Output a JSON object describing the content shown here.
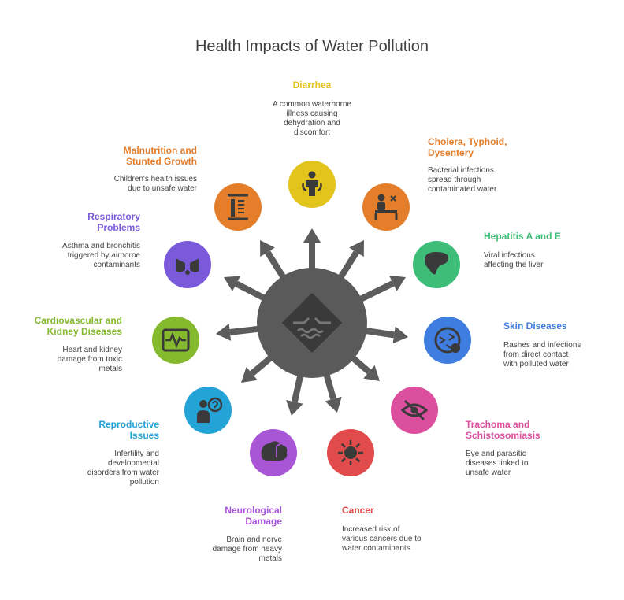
{
  "title": "Health Impacts of Water Pollution",
  "center": {
    "color": "#5a5a5a",
    "icon": "water-crossing-icon"
  },
  "items": [
    {
      "key": "diarrhea",
      "title": "Diarrhea",
      "desc": "A common waterborne\nillness causing\ndehydration and\ndiscomfort",
      "color": "#e3c41c",
      "icon": "person-stomach-icon"
    },
    {
      "key": "cholera",
      "title": "Cholera, Typhoid,\nDysentery",
      "desc": "Bacterial infections\nspread through\ncontaminated water",
      "color": "#e57e2a",
      "icon": "sick-person-bed-icon"
    },
    {
      "key": "hepatitis",
      "title": "Hepatitis A and E",
      "desc": "Viral infections\naffecting the liver",
      "color": "#3dbd78",
      "icon": "liver-icon"
    },
    {
      "key": "skin",
      "title": "Skin Diseases",
      "desc": "Rashes and infections\nfrom direct contact\nwith polluted water",
      "color": "#3f7ee0",
      "icon": "skin-rash-icon"
    },
    {
      "key": "trachoma",
      "title": "Trachoma and\nSchistosomiasis",
      "desc": "Eye and parasitic\ndiseases linked to\nunsafe water",
      "color": "#dc4f9f",
      "icon": "eye-crossed-icon"
    },
    {
      "key": "cancer",
      "title": "Cancer",
      "desc": "Increased risk of\nvarious cancers due to\nwater contaminants",
      "color": "#e14b4b",
      "icon": "cancer-cell-icon"
    },
    {
      "key": "neuro",
      "title": "Neurological\nDamage",
      "desc": "Brain and nerve\ndamage from heavy\nmetals",
      "color": "#a855d6",
      "icon": "brain-icon"
    },
    {
      "key": "repro",
      "title": "Reproductive\nIssues",
      "desc": "Infertility and\ndevelopmental\ndisorders from water\npollution",
      "color": "#23a3d6",
      "icon": "person-question-icon"
    },
    {
      "key": "cardio",
      "title": "Cardiovascular and\nKidney Diseases",
      "desc": "Heart and kidney\ndamage from toxic\nmetals",
      "color": "#86ba2e",
      "icon": "heartbeat-monitor-icon"
    },
    {
      "key": "respiratory",
      "title": "Respiratory\nProblems",
      "desc": "Asthma and bronchitis\ntriggered by airborne\ncontaminants",
      "color": "#7a5ad9",
      "icon": "lungs-icon"
    },
    {
      "key": "malnutrition",
      "title": "Malnutrition and\nStunted Growth",
      "desc": "Children's health issues\ndue to unsafe water",
      "color": "#e57e2a",
      "icon": "height-measure-icon"
    }
  ]
}
